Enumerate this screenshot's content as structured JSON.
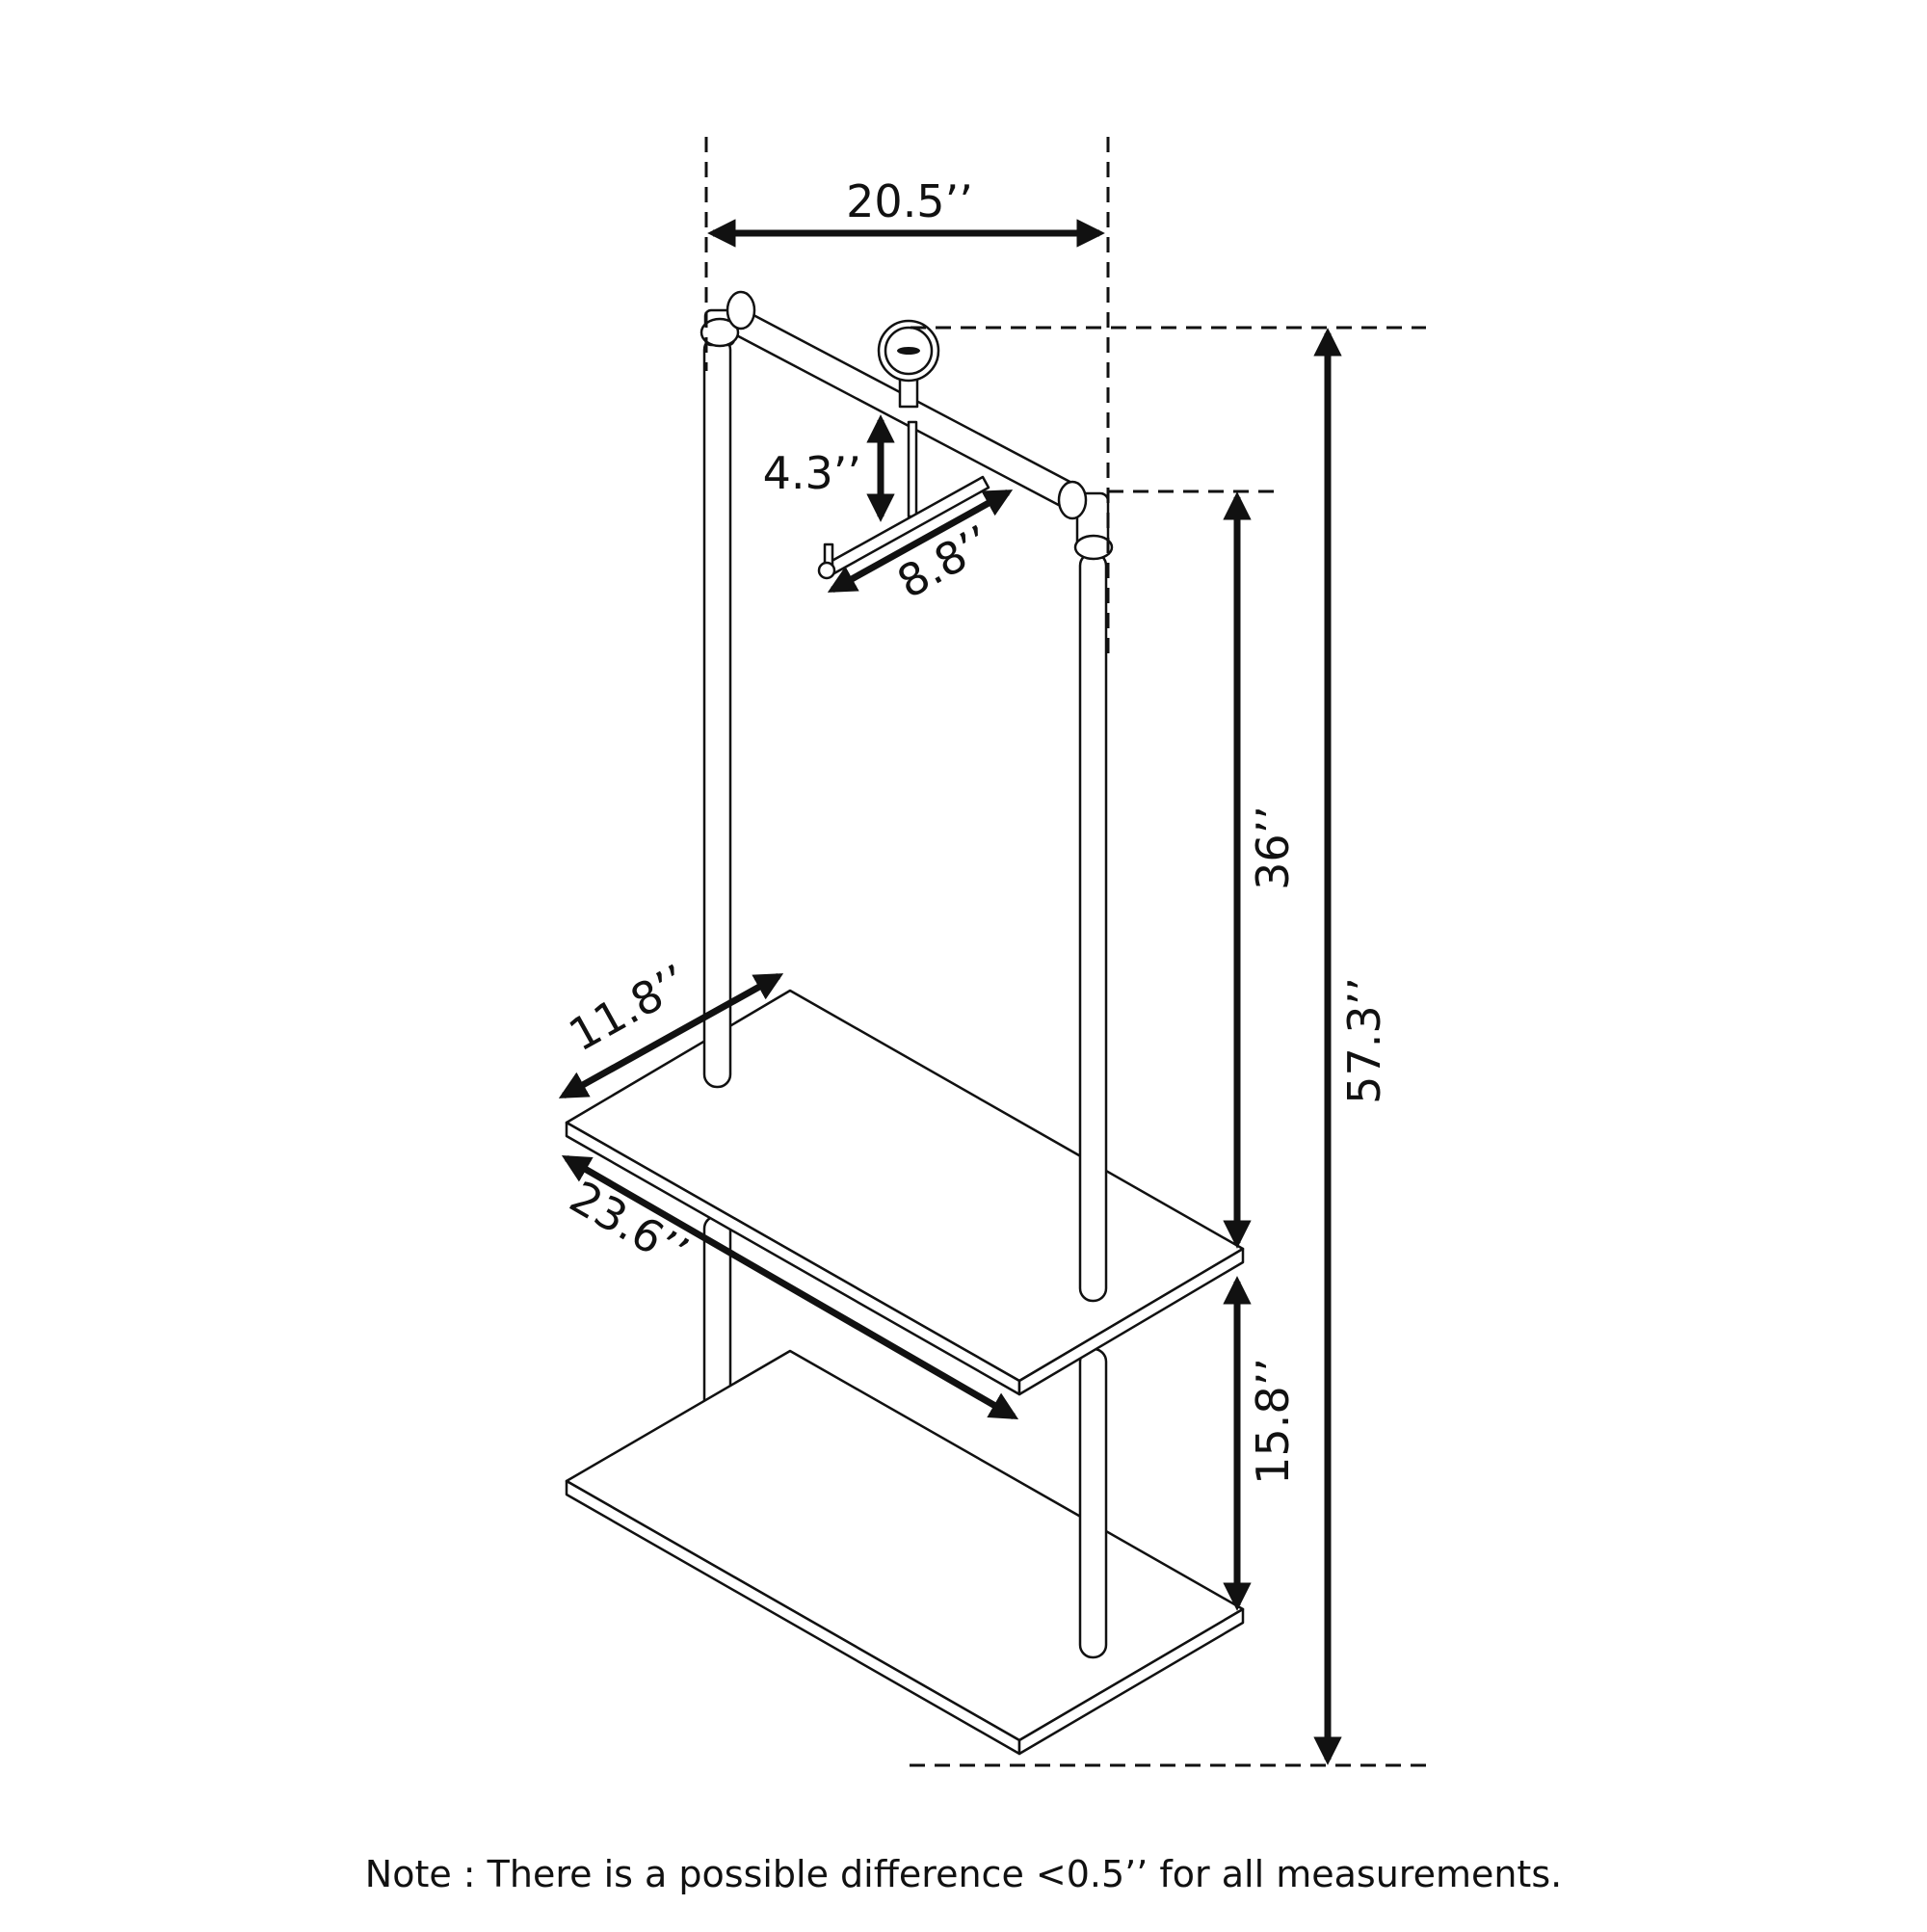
{
  "diagram": {
    "dimensions": {
      "overall_width": "20.5’’",
      "hook_height": "4.3’’",
      "hook_length": "8.8’’",
      "upper_clearance": "36’’",
      "overall_height": "57.3’’",
      "shelf_depth": "11.8’’",
      "shelf_width": "23.6’’",
      "shelf_spacing": "15.8’’"
    },
    "note": "Note : There is a possible difference <0.5’’ for all measurements."
  }
}
